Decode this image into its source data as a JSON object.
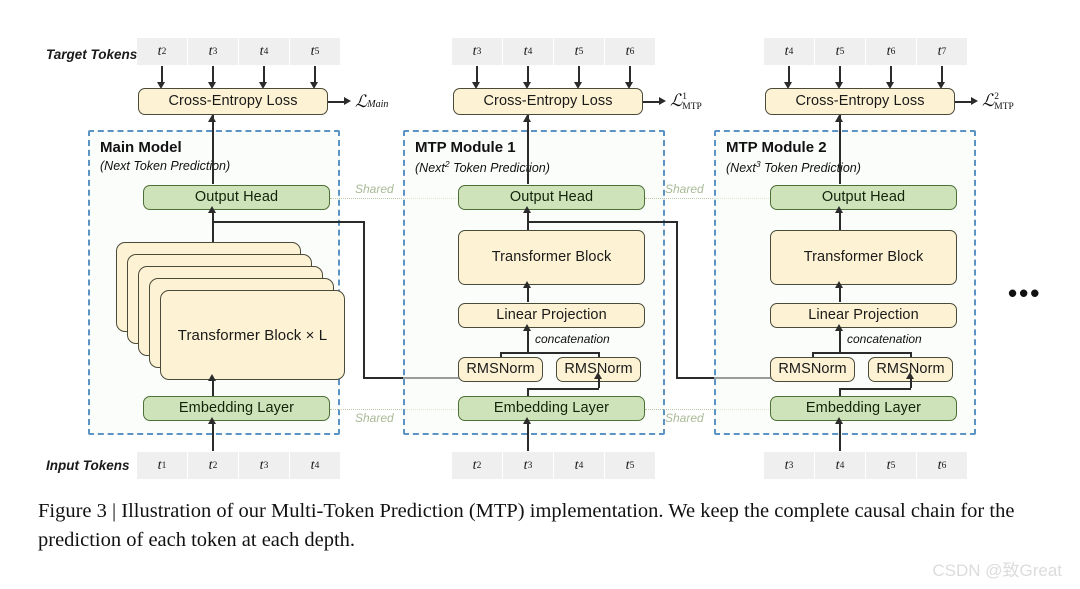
{
  "figure": {
    "row_labels": {
      "target": "Target Tokens",
      "input": "Input Tokens"
    },
    "caption": "Figure 3 | Illustration of our Multi-Token Prediction (MTP) implementation. We keep the complete causal chain for the prediction of each token at each depth.",
    "watermark": "CSDN @致Great",
    "ellipsis": "•••",
    "shared_label": "Shared",
    "concatenation_label": "concatenation",
    "colors": {
      "yellow_fill": "#fdf3d4",
      "yellow_border": "#4a4a38",
      "green_fill": "#cfe3ba",
      "green_border": "#4d7036",
      "module_border": "#5b93c4",
      "token_fill": "#efefef",
      "shared_text": "#a9ba96",
      "line": "#2b2b2b"
    },
    "columns": [
      {
        "id": "main",
        "module_title": "Main Model",
        "module_subtitle_pre": "(Next",
        "module_subtitle_sup": "",
        "module_subtitle_post": " Token Prediction)",
        "loss_box_label": "Cross-Entropy Loss",
        "loss_symbol_base": "ℒ",
        "loss_symbol_sub": "Main",
        "loss_symbol_sup": "",
        "output_head_label": "Output Head",
        "core_block_label": "Transformer Block × L",
        "embedding_label": "Embedding Layer",
        "target_tokens": [
          {
            "t": "t",
            "sub": "2"
          },
          {
            "t": "t",
            "sub": "3"
          },
          {
            "t": "t",
            "sub": "4"
          },
          {
            "t": "t",
            "sub": "5"
          }
        ],
        "input_tokens": [
          {
            "t": "t",
            "sub": "1"
          },
          {
            "t": "t",
            "sub": "2"
          },
          {
            "t": "t",
            "sub": "3"
          },
          {
            "t": "t",
            "sub": "4"
          }
        ]
      },
      {
        "id": "mtp1",
        "module_title": "MTP Module 1",
        "module_subtitle_pre": "(Next",
        "module_subtitle_sup": "2",
        "module_subtitle_post": " Token Prediction)",
        "loss_box_label": "Cross-Entropy Loss",
        "loss_symbol_base": "ℒ",
        "loss_symbol_sub": "MTP",
        "loss_symbol_sup": "1",
        "output_head_label": "Output Head",
        "core_block_label": "Transformer Block",
        "linear_projection_label": "Linear Projection",
        "rmsnorm_left_label": "RMSNorm",
        "rmsnorm_right_label": "RMSNorm",
        "embedding_label": "Embedding Layer",
        "target_tokens": [
          {
            "t": "t",
            "sub": "3"
          },
          {
            "t": "t",
            "sub": "4"
          },
          {
            "t": "t",
            "sub": "5"
          },
          {
            "t": "t",
            "sub": "6"
          }
        ],
        "input_tokens": [
          {
            "t": "t",
            "sub": "2"
          },
          {
            "t": "t",
            "sub": "3"
          },
          {
            "t": "t",
            "sub": "4"
          },
          {
            "t": "t",
            "sub": "5"
          }
        ]
      },
      {
        "id": "mtp2",
        "module_title": "MTP Module 2",
        "module_subtitle_pre": "(Next",
        "module_subtitle_sup": "3",
        "module_subtitle_post": " Token Prediction)",
        "loss_box_label": "Cross-Entropy Loss",
        "loss_symbol_base": "ℒ",
        "loss_symbol_sub": "MTP",
        "loss_symbol_sup": "2",
        "output_head_label": "Output Head",
        "core_block_label": "Transformer Block",
        "linear_projection_label": "Linear Projection",
        "rmsnorm_left_label": "RMSNorm",
        "rmsnorm_right_label": "RMSNorm",
        "embedding_label": "Embedding Layer",
        "target_tokens": [
          {
            "t": "t",
            "sub": "4"
          },
          {
            "t": "t",
            "sub": "5"
          },
          {
            "t": "t",
            "sub": "6"
          },
          {
            "t": "t",
            "sub": "7"
          }
        ],
        "input_tokens": [
          {
            "t": "t",
            "sub": "3"
          },
          {
            "t": "t",
            "sub": "4"
          },
          {
            "t": "t",
            "sub": "5"
          },
          {
            "t": "t",
            "sub": "6"
          }
        ]
      }
    ]
  }
}
